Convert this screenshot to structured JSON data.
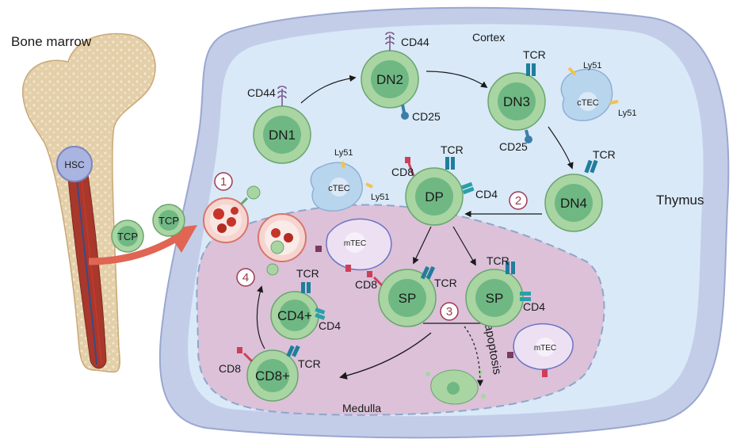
{
  "labels": {
    "bone_marrow": "Bone marrow",
    "thymus": "Thymus",
    "cortex": "Cortex",
    "medulla": "Medulla",
    "hsc": "HSC",
    "tcp": "TCP",
    "dn1": "DN1",
    "dn2": "DN2",
    "dn3": "DN3",
    "dn4": "DN4",
    "dp": "DP",
    "sp": "SP",
    "cd4_plus": "CD4+",
    "cd8_plus": "CD8+",
    "ctec": "cTEC",
    "mtec": "mTEC",
    "cd44": "CD44",
    "cd25": "CD25",
    "tcr": "TCR",
    "cd8": "CD8",
    "cd4": "CD4",
    "ly51": "Ly51",
    "apoptosis": "apoptosis"
  },
  "steps": [
    "1",
    "2",
    "3",
    "4"
  ],
  "colors": {
    "cell_fill": "#a8d5a2",
    "cell_nucleus": "#6fb883",
    "cell_stroke": "#6aa56f",
    "cortex_fill": "#d9e9f8",
    "capsule_fill": "#c3cde8",
    "medulla_fill": "#dcc1d9",
    "arrow_red": "#e06552",
    "tcr_color": "#1f7e9c",
    "cd8_color": "#cc4057",
    "cd4_color": "#2aa0a8",
    "cd25_color": "#3b7fa8",
    "cd44_color": "#7a5b8e",
    "step_ring": "#9b3a4f"
  }
}
